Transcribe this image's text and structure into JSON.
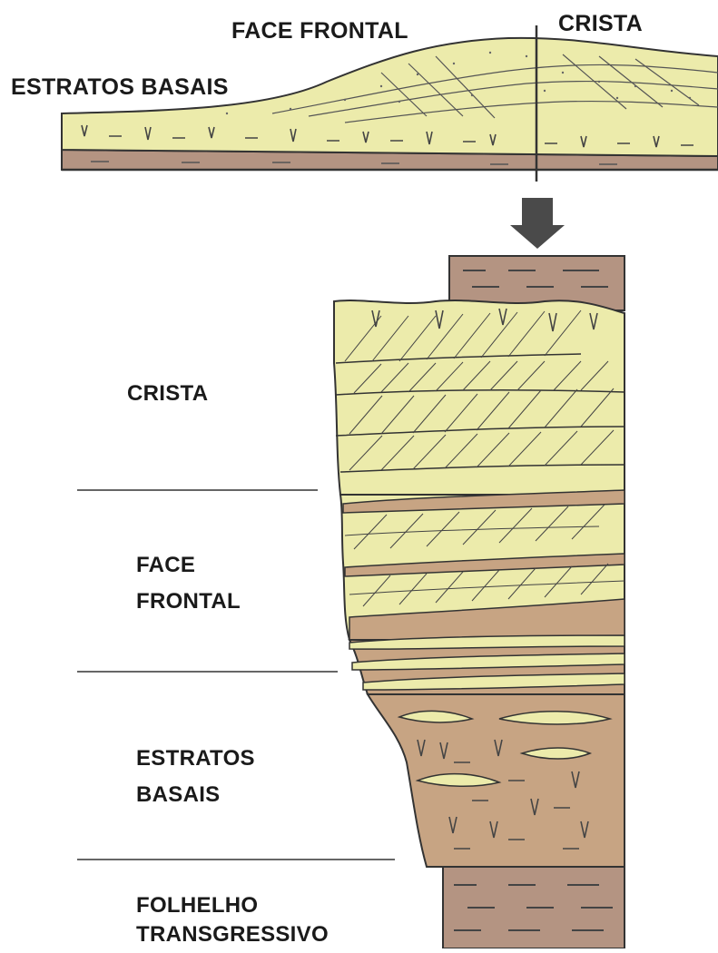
{
  "top_section": {
    "label_estratos_basais": "ESTRATOS BASAIS",
    "label_face_frontal": "FACE FRONTAL",
    "label_crista": "CRISTA"
  },
  "column_section": {
    "label_crista": "CRISTA",
    "label_face_frontal_line1": "FACE",
    "label_face_frontal_line2": "FRONTAL",
    "label_estratos_basais_line1": "ESTRATOS",
    "label_estratos_basais_line2": "BASAIS",
    "label_folhelho_line1": "FOLHELHO",
    "label_folhelho_line2": "TRANSGRESSIVO"
  },
  "colors": {
    "sand": "#ecebab",
    "mud": "#c7a483",
    "shale": "#b49482",
    "ink": "#2a2a2a",
    "arrow": "#4a4a4a"
  }
}
